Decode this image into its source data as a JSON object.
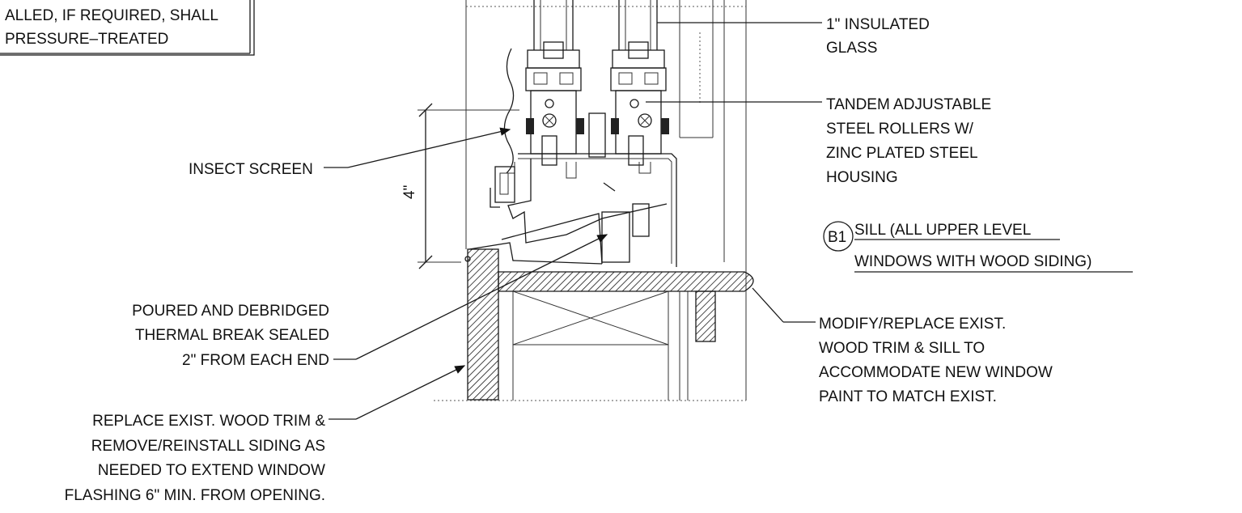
{
  "header_note": {
    "line1": "ALLED, IF REQUIRED, SHALL",
    "line2": "PRESSURE–TREATED"
  },
  "labels": {
    "glass": [
      "1\" INSULATED",
      "GLASS"
    ],
    "rollers": [
      "TANDEM ADJUSTABLE",
      "STEEL ROLLERS W/",
      "ZINC PLATED STEEL",
      "HOUSING"
    ],
    "insect_screen": "INSECT SCREEN",
    "dimension": "4\"",
    "detail_tag": "B1",
    "detail_title": [
      "SILL (ALL UPPER LEVEL",
      "WINDOWS WITH WOOD SIDING)"
    ],
    "thermal_break": [
      "POURED AND DEBRIDGED",
      "THERMAL BREAK SEALED",
      "2\" FROM EACH END"
    ],
    "modify_trim": [
      "MODIFY/REPLACE EXIST.",
      "WOOD TRIM & SILL TO",
      "ACCOMMODATE NEW WINDOW",
      "PAINT TO MATCH EXIST."
    ],
    "replace_trim": [
      "REPLACE EXIST. WOOD TRIM &",
      "REMOVE/REINSTALL SIDING AS",
      "NEEDED TO EXTEND WINDOW",
      "FLASHING 6\" MIN. FROM OPENING."
    ]
  }
}
